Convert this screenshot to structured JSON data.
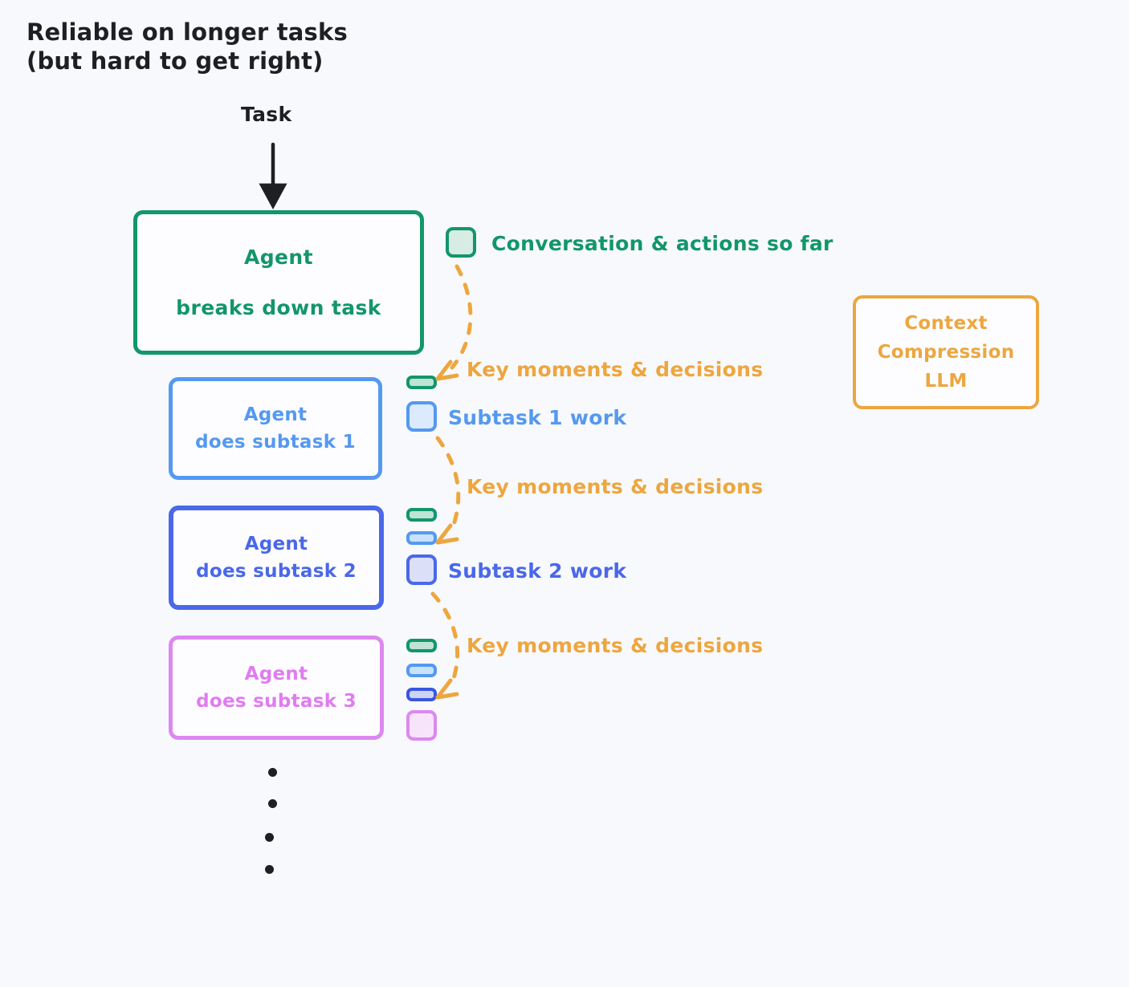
{
  "title": "Reliable on longer tasks\n(but hard to get right)",
  "colors": {
    "background": "#f8f9fc",
    "green": "#12966a",
    "light_blue": "#5599ef",
    "indigo": "#4a68e8",
    "pink": "#dd88f0",
    "orange": "#eda63f",
    "text_dark": "#1d1f23"
  },
  "flow": {
    "task_label": "Task",
    "arrow_icon": "down-arrow-icon"
  },
  "nodes": {
    "root": {
      "line1": "Agent",
      "line2": "breaks down task",
      "color": "#12966a"
    },
    "sub1": {
      "line1": "Agent",
      "line2": "does subtask 1",
      "color": "#5599ef"
    },
    "sub2": {
      "line1": "Agent",
      "line2": "does subtask 2",
      "color": "#4a68e8"
    },
    "sub3": {
      "line1": "Agent",
      "line2": "does subtask 3",
      "color": "#dd88f0"
    },
    "compressor": {
      "line1": "Context",
      "line2": "Compression",
      "line3": "LLM",
      "color": "#eda63f"
    }
  },
  "legend": [
    {
      "label": "Conversation & actions so far",
      "color": "#12966a",
      "swatch": "green-square-icon"
    },
    {
      "label": "Subtask 1 work",
      "color": "#5599ef",
      "swatch": "blue-square-icon"
    },
    {
      "label": "Subtask 2 work",
      "color": "#4a68e8",
      "swatch": "indigo-square-icon"
    }
  ],
  "annotations": [
    {
      "label": "Key moments & decisions",
      "color": "#eda63f"
    },
    {
      "label": "Key moments & decisions",
      "color": "#eda63f"
    },
    {
      "label": "Key moments & decisions",
      "color": "#eda63f"
    }
  ],
  "context_stacks": [
    {
      "for": "sub1",
      "chips": [
        "green-compressed-chip",
        "blue-full-square"
      ]
    },
    {
      "for": "sub2",
      "chips": [
        "green-compressed-chip",
        "blue-compressed-chip",
        "indigo-full-square"
      ]
    },
    {
      "for": "sub3",
      "chips": [
        "green-compressed-chip",
        "blue-compressed-chip",
        "indigo-compressed-chip",
        "pink-full-square"
      ]
    }
  ],
  "continuation": {
    "dots": 4
  }
}
